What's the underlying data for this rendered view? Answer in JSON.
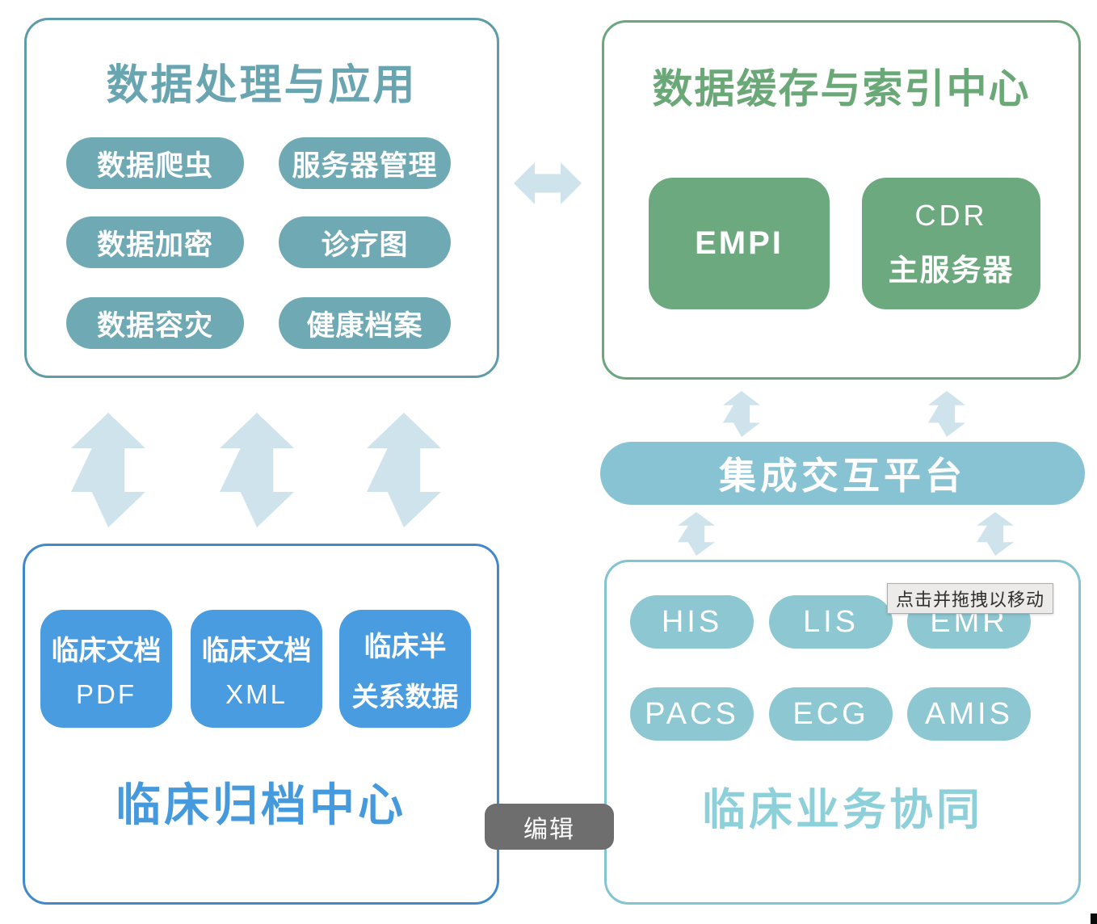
{
  "processing": {
    "title": "数据处理与应用",
    "items": [
      "数据爬虫",
      "服务器管理",
      "数据加密",
      "诊疗图",
      "数据容灾",
      "健康档案"
    ]
  },
  "cache": {
    "title": "数据缓存与索引中心",
    "nodes": [
      {
        "line1": "EMPI"
      },
      {
        "line1": "CDR",
        "line2": "主服务器"
      }
    ]
  },
  "platform": {
    "label": "集成交互平台"
  },
  "archive": {
    "title": "临床归档中心",
    "docs": [
      {
        "line1": "临床文档",
        "line2": "PDF"
      },
      {
        "line1": "临床文档",
        "line2": "XML"
      },
      {
        "line1": "临床半",
        "line2": "关系数据"
      }
    ]
  },
  "collaboration": {
    "title": "临床业务协同",
    "systems": [
      "HIS",
      "LIS",
      "EMR",
      "PACS",
      "ECG",
      "AMIS"
    ]
  },
  "tooltip": {
    "text": "点击并拖拽以移动"
  },
  "edit_button": {
    "label": "编辑"
  },
  "colors": {
    "teal_pill": "#6FA9B4",
    "teal_border": "#5E9CA9",
    "teal_title": "#68A5B1",
    "green_node": "#6CA97E",
    "green_border": "#6BA77B",
    "green_title": "#6BA878",
    "blue_card": "#4A9CE0",
    "blue_border": "#4189CB",
    "blue_title": "#4599DD",
    "aqua_pill": "#8CC7D2",
    "aqua_border": "#82C5D0",
    "aqua_title": "#8ED0DA",
    "platform_pill": "#87C3D3",
    "arrow": "#CEE3EB",
    "tooltip_bg": "#ECEBE9",
    "edit_bg": "#6E6E6E"
  }
}
